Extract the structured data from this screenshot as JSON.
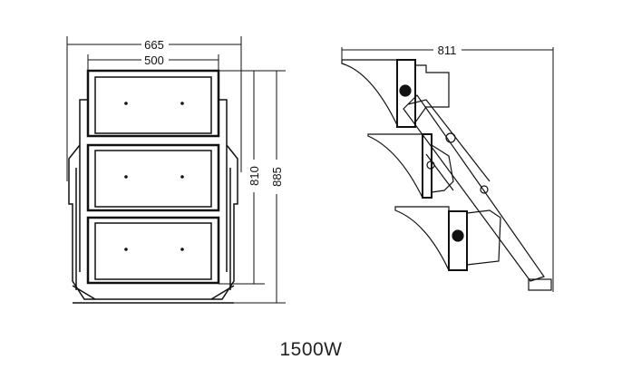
{
  "front_view": {
    "dim_overall_width": "665",
    "dim_panel_width": "500",
    "dim_panel_height": "810",
    "dim_overall_height": "885"
  },
  "side_view": {
    "dim_depth": "811"
  },
  "caption": "1500W"
}
